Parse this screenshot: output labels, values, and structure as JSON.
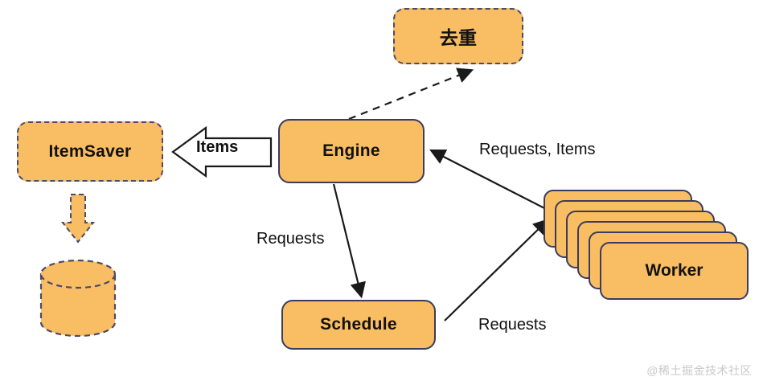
{
  "diagram": {
    "title": "",
    "nodes": {
      "dedup": {
        "label": "去重",
        "style": "dashed"
      },
      "itemsaver": {
        "label": "ItemSaver",
        "style": "dashed"
      },
      "engine": {
        "label": "Engine",
        "style": "solid"
      },
      "schedule": {
        "label": "Schedule",
        "style": "solid"
      },
      "worker": {
        "label": "Worker",
        "style": "solid-stack"
      },
      "storage": {
        "label": "",
        "style": "dashed-cylinder"
      }
    },
    "edges": [
      {
        "id": "engine-to-dedup",
        "label": "",
        "from": "engine",
        "to": "dedup",
        "style": "dashed-arrow"
      },
      {
        "id": "engine-to-itemsaver",
        "label": "Items",
        "from": "engine",
        "to": "itemsaver",
        "style": "block-arrow"
      },
      {
        "id": "engine-to-schedule",
        "label": "Requests",
        "from": "engine",
        "to": "schedule",
        "style": "arrow"
      },
      {
        "id": "worker-to-engine",
        "label": "Requests, Items",
        "from": "worker",
        "to": "engine",
        "style": "arrow"
      },
      {
        "id": "schedule-to-worker",
        "label": "Requests",
        "from": "schedule",
        "to": "worker",
        "style": "arrow"
      },
      {
        "id": "itemsaver-to-storage",
        "label": "",
        "from": "itemsaver",
        "to": "storage",
        "style": "block-arrow-down"
      }
    ],
    "colors": {
      "node_fill": "#f9bd63",
      "node_border": "#3b3b5c",
      "dashed_border": "#4a4a6a",
      "background": "#ffffff",
      "text": "#111111",
      "watermark": "#c8c8c8"
    }
  },
  "watermark": {
    "text": "@稀土掘金技术社区"
  }
}
